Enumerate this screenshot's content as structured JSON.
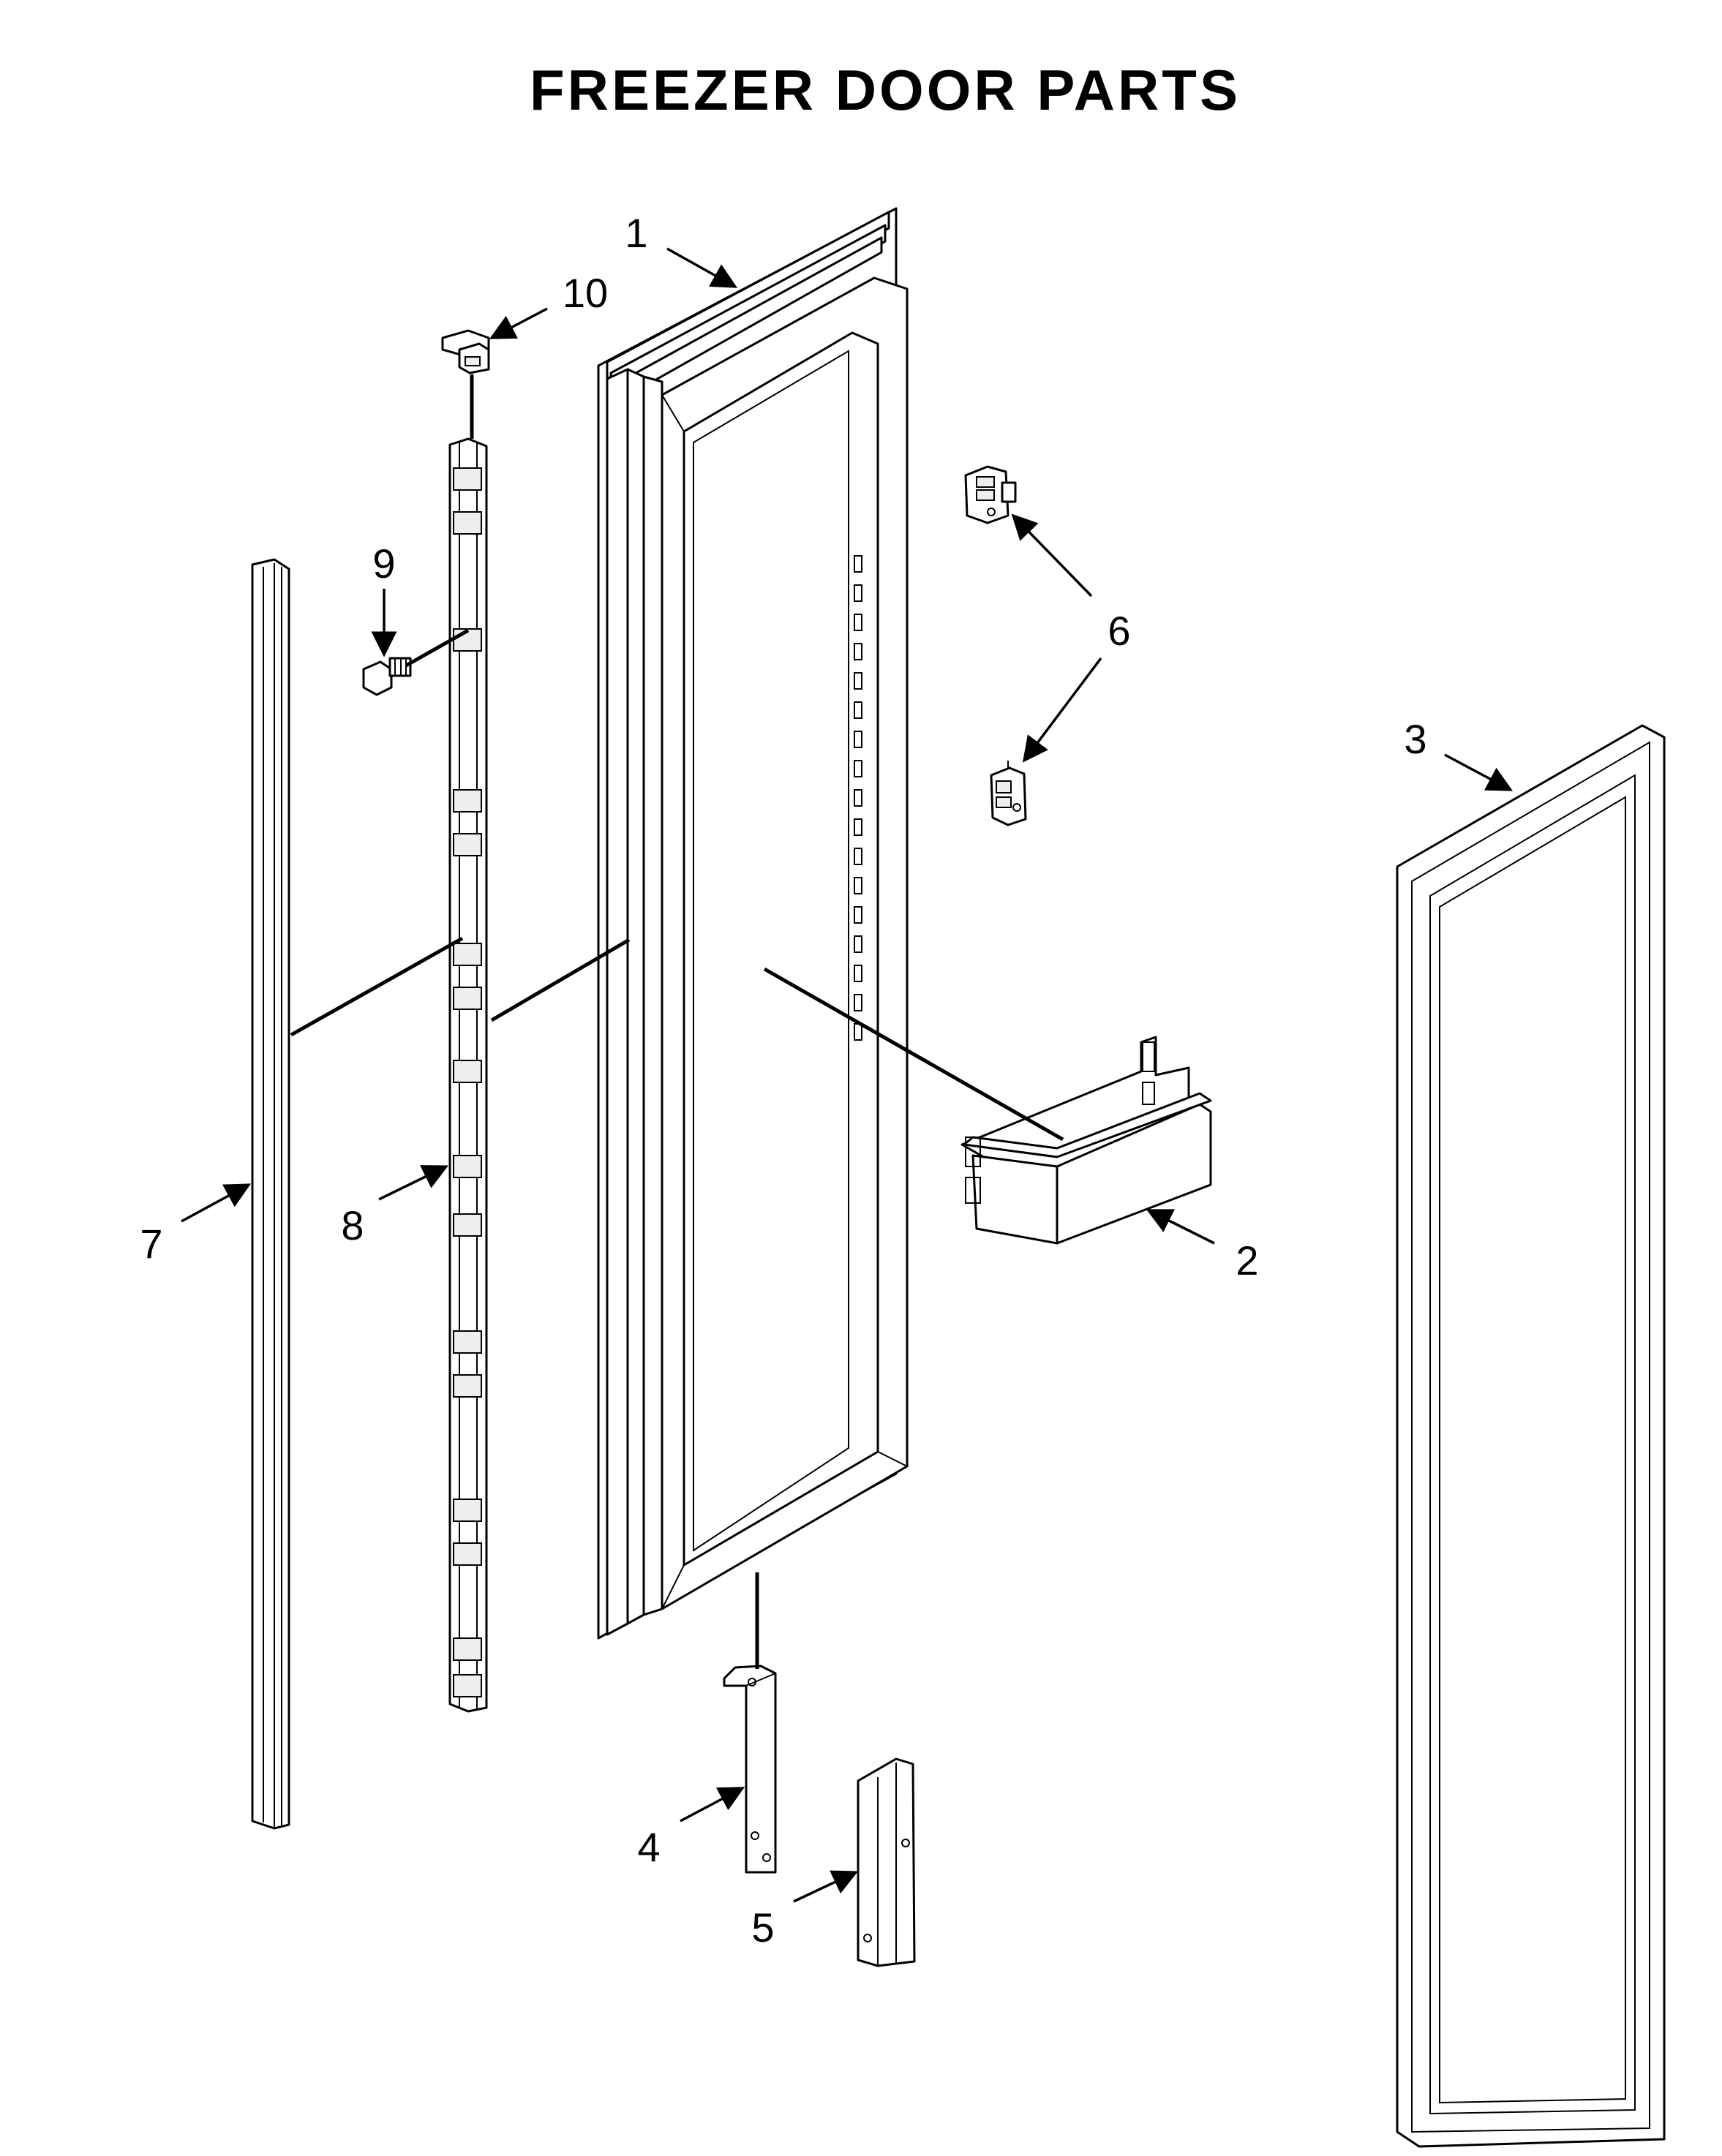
{
  "title": "FREEZER DOOR PARTS",
  "colors": {
    "line": "#000000",
    "background": "#ffffff",
    "panel_fill": "#eeeeee"
  },
  "callouts": [
    {
      "id": "1",
      "label": "1",
      "part": "door-assembly"
    },
    {
      "id": "2",
      "label": "2",
      "part": "door-bin"
    },
    {
      "id": "3",
      "label": "3",
      "part": "door-gasket"
    },
    {
      "id": "4",
      "label": "4",
      "part": "bottom-bracket"
    },
    {
      "id": "5",
      "label": "5",
      "part": "angle-bracket"
    },
    {
      "id": "6",
      "label": "6",
      "part": "hinge"
    },
    {
      "id": "7",
      "label": "7",
      "part": "trim-strip"
    },
    {
      "id": "8",
      "label": "8",
      "part": "mounting-rail"
    },
    {
      "id": "9",
      "label": "9",
      "part": "screw"
    },
    {
      "id": "10",
      "label": "10",
      "part": "top-cap"
    }
  ]
}
